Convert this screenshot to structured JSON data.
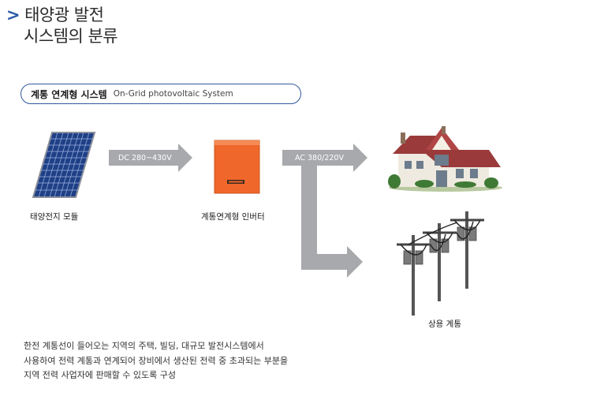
{
  "title": {
    "prefix": ">",
    "line1": "태양광 발전",
    "line2": "시스템의 분류"
  },
  "section": {
    "title_ko": "계통 연계형 시스템",
    "title_en": "On-Grid photovoltaic System"
  },
  "diagram": {
    "arrow_dc_label": "DC 280~430V",
    "arrow_ac_label": "AC 380/220V",
    "caption_solar": "태양전지 모듈",
    "caption_inverter": "계통연계형 인버터",
    "caption_grid": "상용 계통"
  },
  "description": [
    "한전 계통선이 들어오는 지역의 주택, 빌딩, 대규모 발전시스템에서",
    "사용하여 전력 계통과 연계되어 장비에서 생산된 전력 중 초과되는 부분을",
    "지역 전력 사업자에 판매할 수 있도록 구성"
  ],
  "colors": {
    "accent": "#2f5a9e",
    "arrow": "#a7a9ac",
    "inverter": "#f0672b"
  }
}
